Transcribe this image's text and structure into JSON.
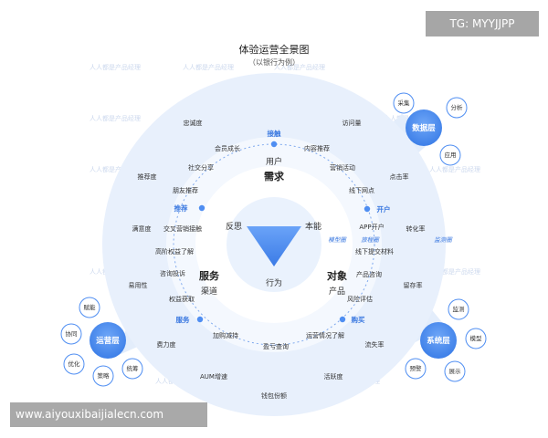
{
  "title": "体验运营全景图",
  "subtitle": "（以银行为例）",
  "triangle": {
    "needs": "需求",
    "user": "用户",
    "service": "服务",
    "channel": "渠道",
    "object": "对象",
    "product": "产品",
    "reflect": "反思",
    "instinct": "本能",
    "behavior": "行为"
  },
  "stages": {
    "contact": "接触",
    "recommend": "推荐",
    "open": "开户",
    "service": "服务",
    "purchase": "购买"
  },
  "models": {
    "model_circle": "模型圈",
    "travel_circle": "旅程圈",
    "monitor_circle": "监测圈"
  },
  "metrics": {
    "loyalty": "忠诚度",
    "visits": "访问量",
    "member_growth": "会员成长",
    "content_rec": "内容推荐",
    "social_share": "社交分享",
    "marketing_event": "营销活动",
    "recommend_rate": "推荐度",
    "click_rate": "点击率",
    "friend_rec": "朋友推荐",
    "offline_branch": "线下网点",
    "satisfaction": "满意度",
    "cross_sell": "交叉营销接触",
    "app_open": "APP开户",
    "conversion": "转化率",
    "high_tier": "高阶权益了解",
    "offline_docs": "线下提交材料",
    "ease_of_use": "易用性",
    "consult_complaint": "咨询投诉",
    "product_consult": "产品咨询",
    "retention": "留存率",
    "rights_get": "权益获取",
    "risk_eval": "风险评估",
    "cost_level": "费力度",
    "add_hold": "加购减持",
    "pnl_query": "盈亏查询",
    "ops_status": "运营情况了解",
    "churn_rate": "流失率",
    "aum_growth": "AUM增速",
    "activity": "活跃度",
    "wallet_share": "钱包份额"
  },
  "layers": {
    "data": {
      "label": "数据层",
      "items": [
        "采集",
        "分析",
        "应用"
      ]
    },
    "system": {
      "label": "系统层",
      "items": [
        "监测",
        "模型",
        "展示",
        "预警"
      ]
    },
    "ops": {
      "label": "运营层",
      "items": [
        "赋能",
        "协同",
        "优化",
        "策略",
        "统筹"
      ]
    }
  },
  "watermark": {
    "text": "人人都是产品经理"
  },
  "footer_url": "www.aiyouxibaijialecn.com",
  "tg_label": "TG: MYYJJPP",
  "colors": {
    "accent": "#4f8ef2",
    "ring": "#e3edfb",
    "inner": "#f2f7fe"
  }
}
